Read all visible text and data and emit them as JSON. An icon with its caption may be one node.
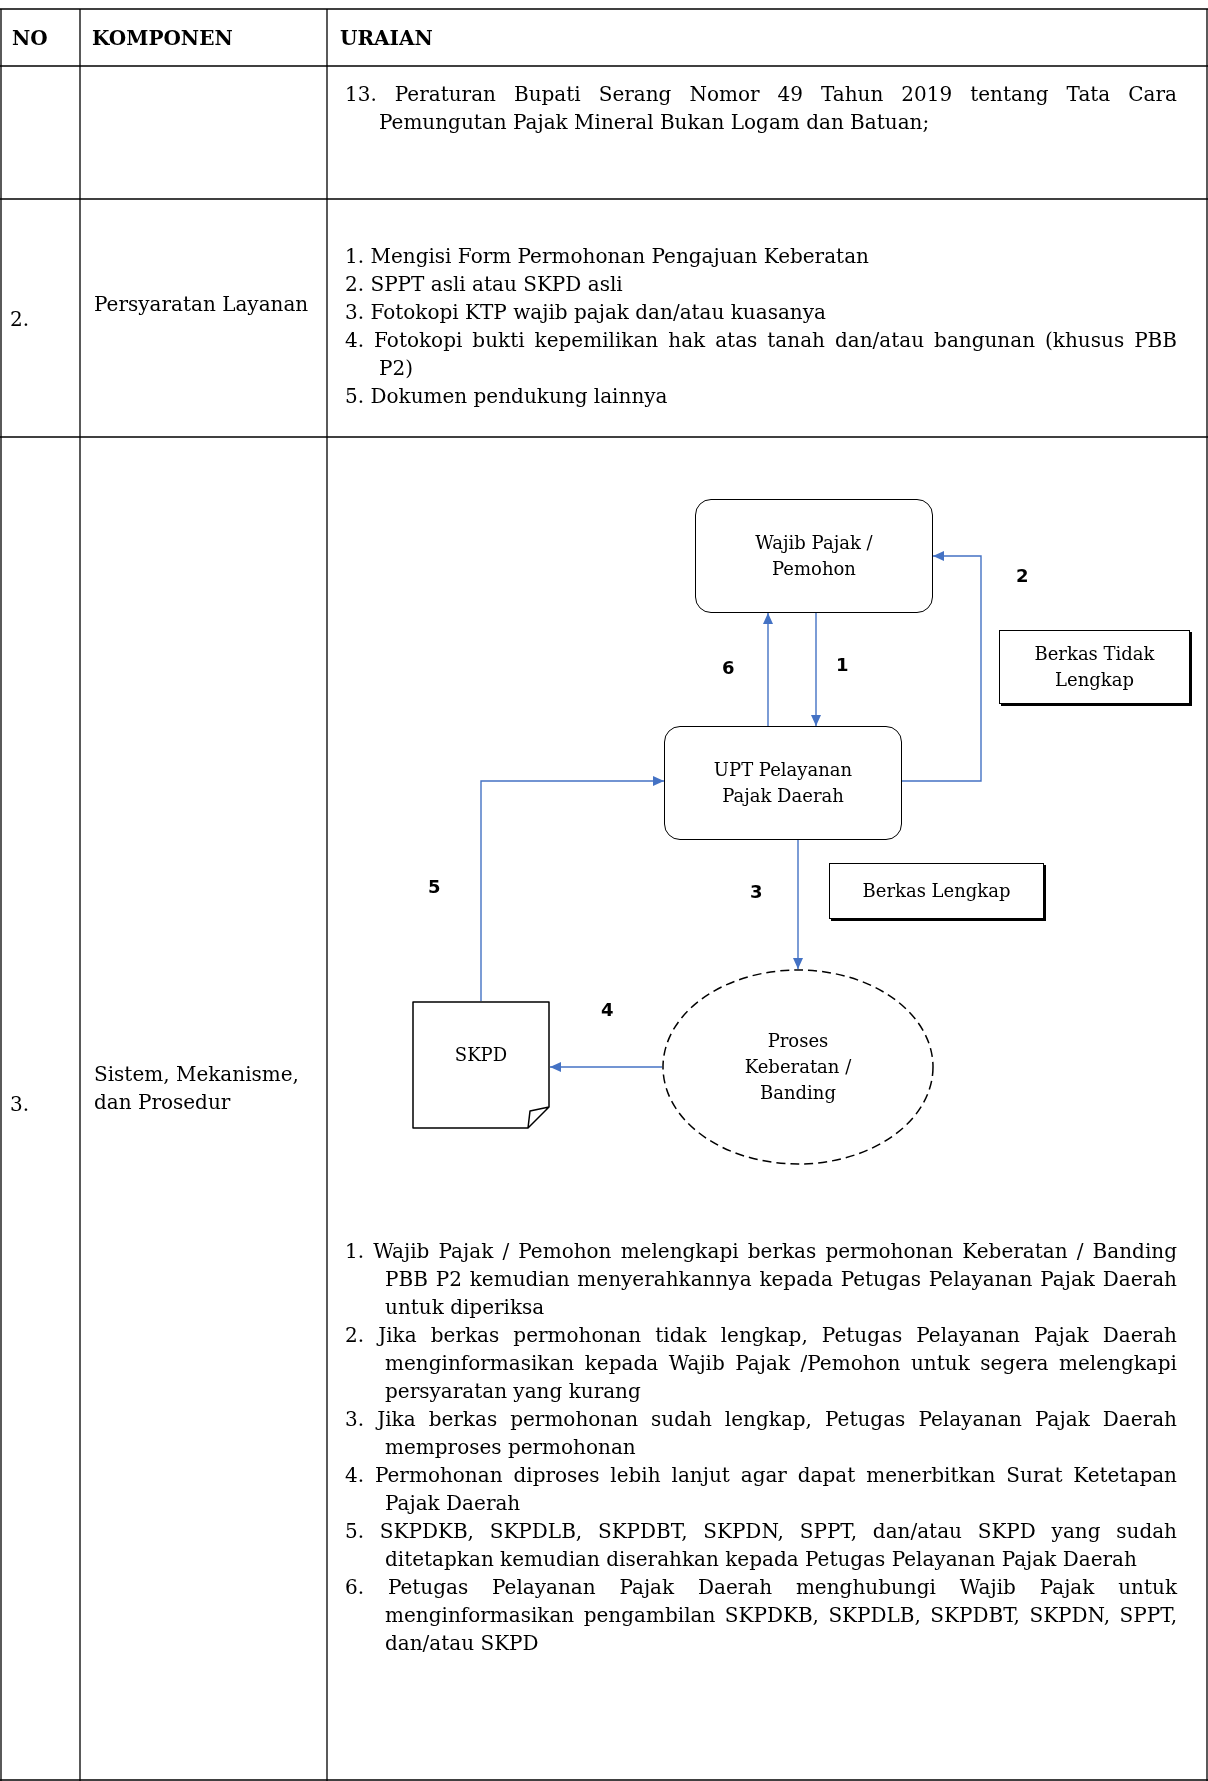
{
  "diagram": {
    "nodes": [
      {
        "text": [
          "Wajib Pajak / Pemohon"
        ]
      },
      {
        "text": [
          "UPT Pelayanan Pajak Daerah"
        ]
      },
      {
        "text": [
          "Berkas Tidak Lengkap"
        ]
      },
      {
        "text": [
          "Berkas Lengkap"
        ]
      },
      {
        "text": [
          "Proses Keberatan / Banding"
        ]
      },
      {
        "text": [
          "SKPD"
        ]
      }
    ],
    "edges": [
      {
        "from": 0,
        "to": 1,
        "arrow": "to",
        "label": "1"
      },
      {
        "from": 1,
        "to": 0,
        "arrow": "to",
        "label": "2"
      },
      {
        "from": 1,
        "to": 0,
        "arrow": "to",
        "label": "6"
      },
      {
        "from": 1,
        "to": 4,
        "arrow": "to",
        "label": "3"
      },
      {
        "from": 4,
        "to": 5,
        "arrow": "to",
        "label": "4"
      },
      {
        "from": 5,
        "to": 1,
        "arrow": "to",
        "label": "5"
      }
    ],
    "labels": [
      "NO",
      "KOMPONEN",
      "URAIAN",
      "13. Peraturan Bupati Serang Nomor 49 Tahun 2019 tentang Tata Cara Pemungutan Pajak Mineral Bukan Logam dan Batuan;",
      "2.",
      "Persyaratan Layanan",
      "1. Mengisi Form Permohonan Pengajuan Keberatan",
      "2. SPPT asli atau SKPD asli",
      "3. Fotokopi KTP wajib pajak dan/atau kuasanya",
      "4. Fotokopi bukti kepemilikan hak atas tanah dan/atau bangunan (khusus PBB P2)",
      "5. Dokumen pendukung lainnya",
      "3.",
      "Sistem, Mekanisme, dan Prosedur",
      "1. Wajib Pajak / Pemohon melengkapi berkas permohonan Keberatan / Banding PBB P2 kemudian menyerahkannya kepada Petugas Pelayanan Pajak Daerah untuk diperiksa",
      "2. Jika berkas permohonan tidak lengkap, Petugas Pelayanan Pajak Daerah menginformasikan kepada Wajib Pajak /Pemohon untuk segera melengkapi persyaratan yang kurang",
      "3. Jika berkas permohonan sudah lengkap, Petugas Pelayanan Pajak Daerah memproses permohonan",
      "4. Permohonan diproses lebih lanjut agar dapat menerbitkan Surat Ketetapan Pajak Daerah",
      "5. SKPDKB, SKPDLB, SKPDBT, SKPDN, SPPT, dan/atau SKPD yang sudah ditetapkan kemudian diserahkan kepada Petugas Pelayanan Pajak Daerah",
      "6. Petugas Pelayanan Pajak Daerah menghubungi Wajib Pajak untuk menginformasikan pengambilan SKPDKB, SKPDLB, SKPDBT, SKPDN, SPPT, dan/atau SKPD"
    ]
  }
}
